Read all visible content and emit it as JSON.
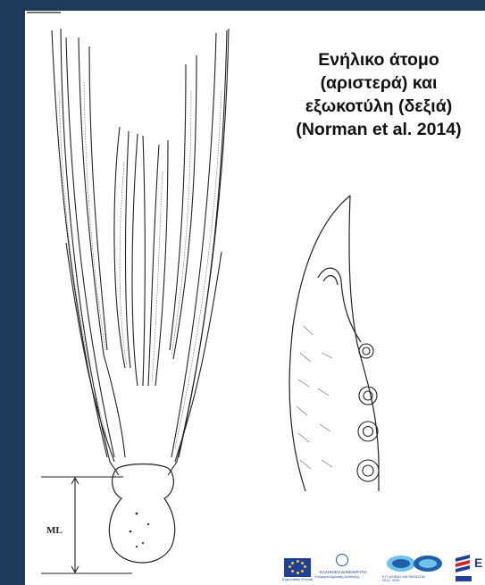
{
  "caption": {
    "line1": "Ενήλικο άτομο",
    "line2": "(αριστερά) και",
    "line3": "εξωκοτύλη (δεξιά)",
    "line4": "(Norman et al. 2014)"
  },
  "figure": {
    "ml_label": "ML"
  },
  "logos": {
    "eu_label": "Ευρωπαϊκή Ένωση",
    "greece_label": "ΕΛΛΗΝΙΚΗ ΔΗΜΟΚΡΑΤΙΑ",
    "greece_sublabel": "Υπουργείο Αγροτικής Ανάπτυξης",
    "fisheries_label": "Ε.Π. ΑΛΙΕΙΑΣ ΚΑΙ ΘΑΛΑΣΣΑΣ",
    "fisheries_years": "2014 - 2020",
    "espa_label": "Ε"
  },
  "colors": {
    "background": "#1f3a5a",
    "panel": "#ffffff",
    "ink": "#111111",
    "eu_blue": "#1f3f99",
    "eu_gold": "#f7d117"
  }
}
